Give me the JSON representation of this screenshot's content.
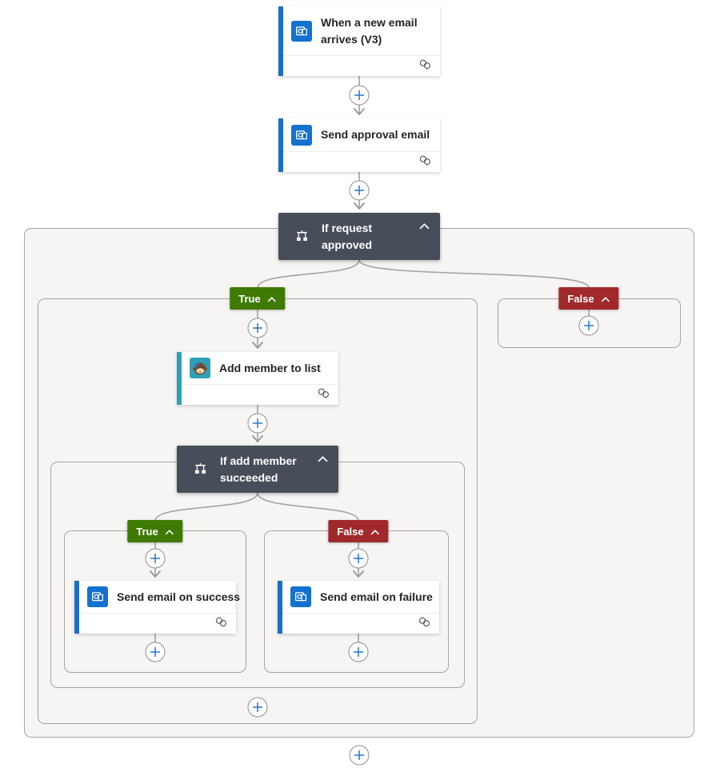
{
  "nodes": {
    "trigger": {
      "title": "When a new email arrives (V3)",
      "icon": "outlook-icon"
    },
    "send_approval": {
      "title": "Send approval email",
      "icon": "outlook-icon"
    },
    "if_request": {
      "title": "If request approved",
      "icon": "condition-icon"
    },
    "add_member": {
      "title": "Add member to list",
      "icon": "mailchimp-icon"
    },
    "if_add_member": {
      "title": "If add member succeeded",
      "icon": "condition-icon"
    },
    "email_success": {
      "title": "Send email on success",
      "icon": "outlook-icon"
    },
    "email_failure": {
      "title": "Send email on failure",
      "icon": "outlook-icon"
    }
  },
  "branches": {
    "request_true": {
      "label": "True"
    },
    "request_false": {
      "label": "False"
    },
    "member_true": {
      "label": "True"
    },
    "member_false": {
      "label": "False"
    }
  },
  "icons": {
    "collapse": "chevron-up-icon",
    "connection": "link-icon",
    "insert": "plus-icon"
  },
  "colors": {
    "true_badge": "#3f7a05",
    "false_badge": "#a1292b",
    "condition_card": "#474e59",
    "outlook_accent": "#1b6ec5",
    "mailchimp_accent": "#2f9fb7",
    "plus_blue": "#2577cf",
    "connector_gray": "#a8a6a4",
    "scope_fill": "#f6f5f3"
  }
}
